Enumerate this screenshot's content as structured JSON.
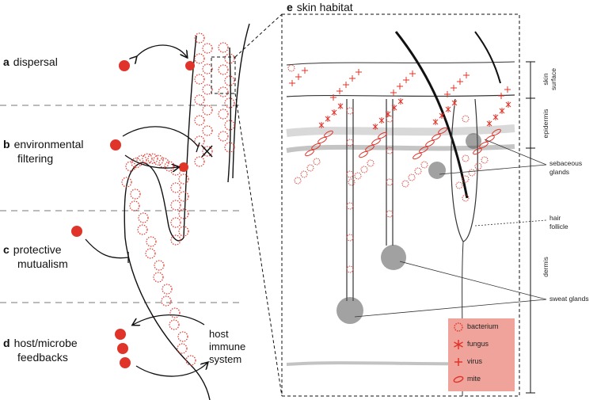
{
  "panels": {
    "a": {
      "letter": "a",
      "label": "dispersal"
    },
    "b": {
      "letter": "b",
      "label_line1": "environmental",
      "label_line2": "filtering"
    },
    "c": {
      "letter": "c",
      "label_line1": "protective",
      "label_line2": "mutualism"
    },
    "d": {
      "letter": "d",
      "label_line1": "host/microbe",
      "label_line2": "feedbacks"
    },
    "host_immune": {
      "line1": "host",
      "line2": "immune",
      "line3": "system"
    },
    "e": {
      "letter": "e",
      "label": "skin habitat"
    }
  },
  "layers": {
    "skin_surface": {
      "line1": "skin",
      "line2": "surface"
    },
    "epidermis": "epidermis",
    "dermis": "dermis"
  },
  "annotations": {
    "sebaceous": {
      "line1": "sebaceous",
      "line2": "glands"
    },
    "hair": {
      "line1": "hair",
      "line2": "follicle"
    },
    "sweat": "sweat glands"
  },
  "legend": {
    "items": [
      {
        "label": "bacterium",
        "icon": "bacterium-icon"
      },
      {
        "label": "fungus",
        "icon": "fungus-icon"
      },
      {
        "label": "virus",
        "icon": "virus-icon"
      },
      {
        "label": "mite",
        "icon": "mite-icon"
      }
    ]
  },
  "colors": {
    "microbe": "#e0342a",
    "legend_bg": "#f0a39a",
    "ink": "#111111"
  }
}
